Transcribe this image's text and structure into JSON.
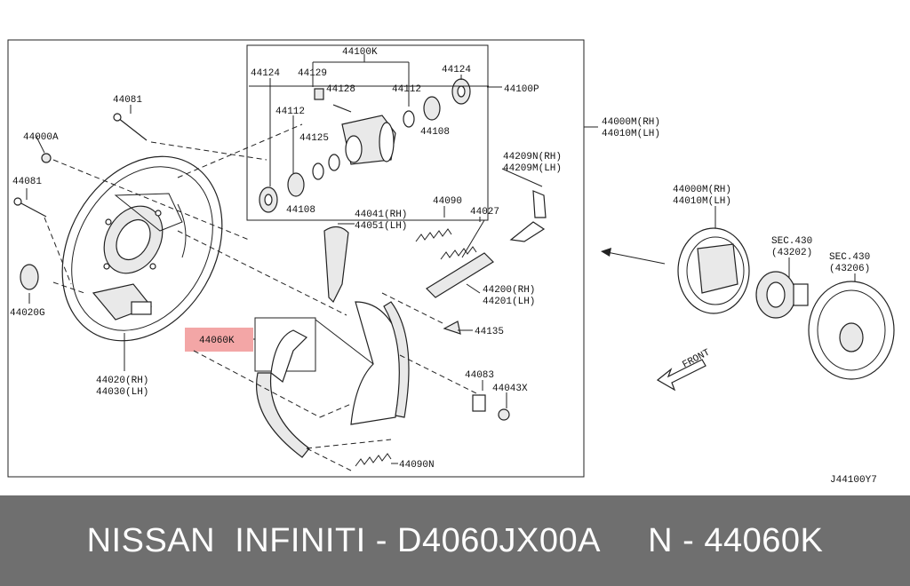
{
  "diagram": {
    "code": "J44100Y7",
    "highlight_color": "#f3a6a6",
    "labels": {
      "kit": "44100K",
      "p44124a": "44124",
      "p44129": "44129",
      "p44128": "44128",
      "p44112a": "44112",
      "p44124b": "44124",
      "p44112b": "44112",
      "p44125": "44125",
      "p44108a": "44108",
      "p44108b": "44108",
      "p44100p": "44100P",
      "p44081a": "44081",
      "p44000a": "44000A",
      "p44081b": "44081",
      "p44020g": "44020G",
      "p44020rh": "44020(RH)",
      "p44030lh": "44030(LH)",
      "p44000m_a": "44000M(RH)",
      "p44010m_a": "44010M(LH)",
      "p44209n": "44209N(RH)",
      "p44209m": "44209M(LH)",
      "p44041": "44041(RH)",
      "p44051": "44051(LH)",
      "p44090": "44090",
      "p44027": "44027",
      "p44200": "44200(RH)",
      "p44201": "44201(LH)",
      "p44135": "44135",
      "p44060k": "44060K",
      "p44083": "44083",
      "p44043x": "44043X",
      "p44090n": "44090N",
      "p44000m_b": "44000M(RH)",
      "p44010m_b": "44010M(LH)",
      "sec430a": "SEC.430",
      "p43202": "(43202)",
      "sec430b": "SEC.430",
      "p43206": "(43206)",
      "front": "FRONT"
    }
  },
  "footer": {
    "text": "NISSAN  INFINITI - D4060JX00A     N - 44060K"
  }
}
